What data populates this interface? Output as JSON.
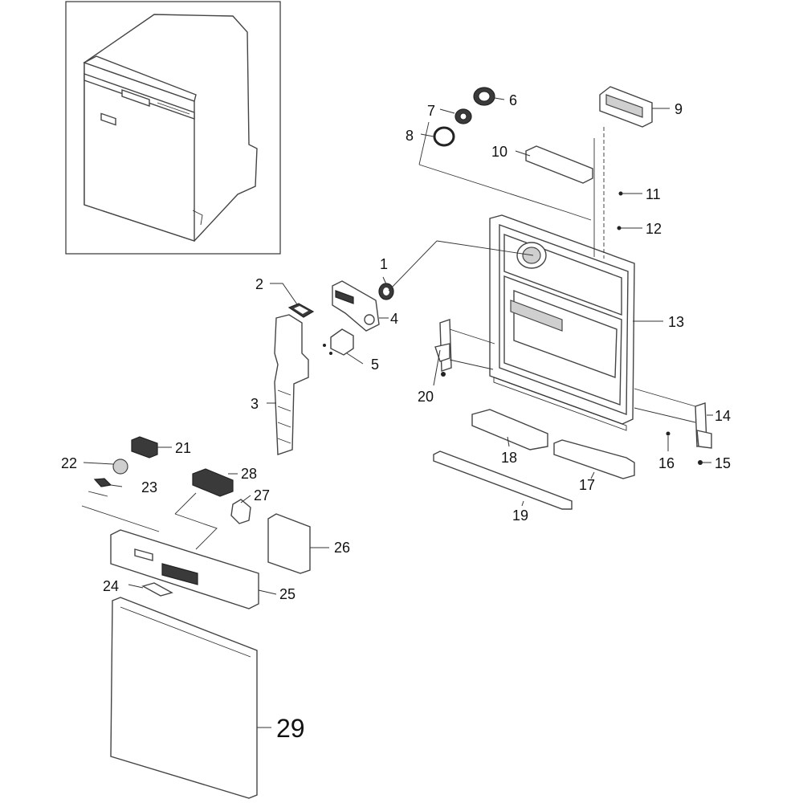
{
  "callouts": [
    {
      "n": "1"
    },
    {
      "n": "2"
    },
    {
      "n": "3"
    },
    {
      "n": "4"
    },
    {
      "n": "5"
    },
    {
      "n": "6"
    },
    {
      "n": "7"
    },
    {
      "n": "8"
    },
    {
      "n": "9"
    },
    {
      "n": "10"
    },
    {
      "n": "11"
    },
    {
      "n": "12"
    },
    {
      "n": "13"
    },
    {
      "n": "14"
    },
    {
      "n": "15"
    },
    {
      "n": "16"
    },
    {
      "n": "17"
    },
    {
      "n": "18"
    },
    {
      "n": "19"
    },
    {
      "n": "20"
    },
    {
      "n": "21"
    },
    {
      "n": "22"
    },
    {
      "n": "23"
    },
    {
      "n": "24"
    },
    {
      "n": "25"
    },
    {
      "n": "26"
    },
    {
      "n": "27"
    },
    {
      "n": "28"
    },
    {
      "n": "29"
    }
  ]
}
